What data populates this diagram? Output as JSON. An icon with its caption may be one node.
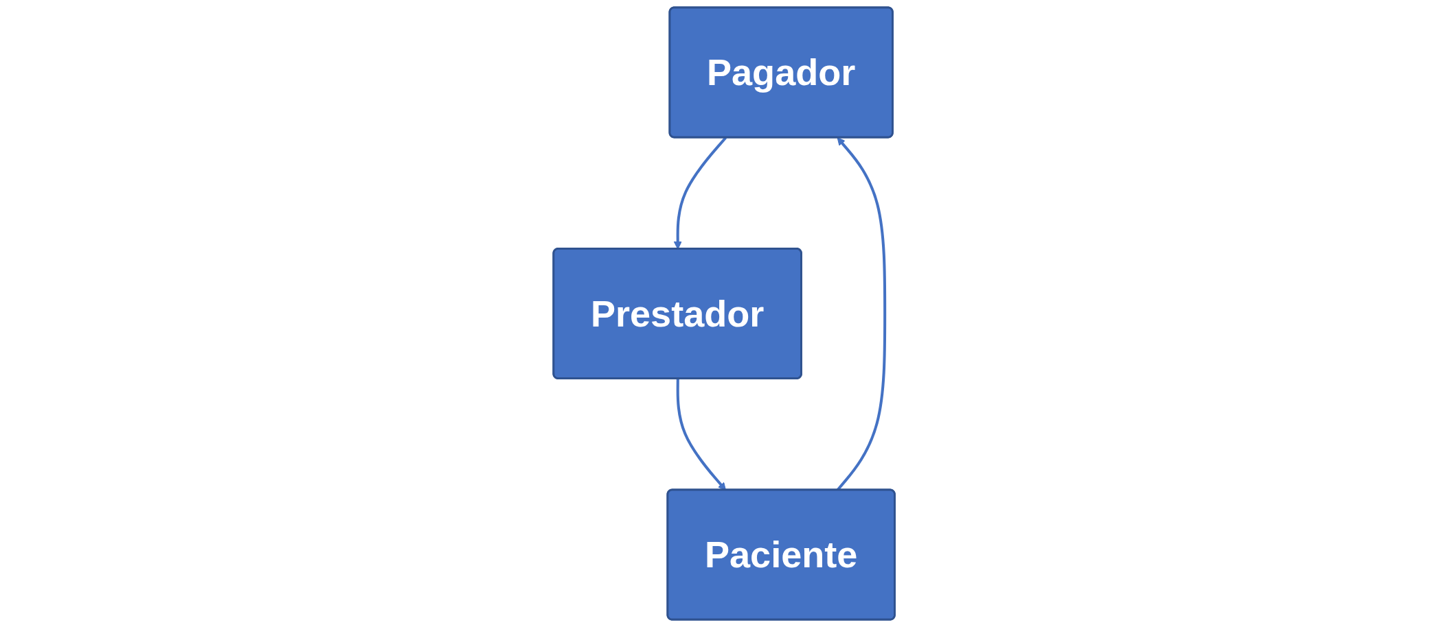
{
  "diagram": {
    "nodes": [
      {
        "text": [
          "Pagador"
        ]
      },
      {
        "text": [
          "Prestador"
        ]
      },
      {
        "text": [
          "Paciente"
        ]
      }
    ],
    "edges": [
      {
        "from": 0,
        "to": 1,
        "arrow": "to"
      },
      {
        "from": 1,
        "to": 2,
        "arrow": "to"
      },
      {
        "from": 2,
        "to": 0,
        "arrow": "to"
      }
    ]
  }
}
